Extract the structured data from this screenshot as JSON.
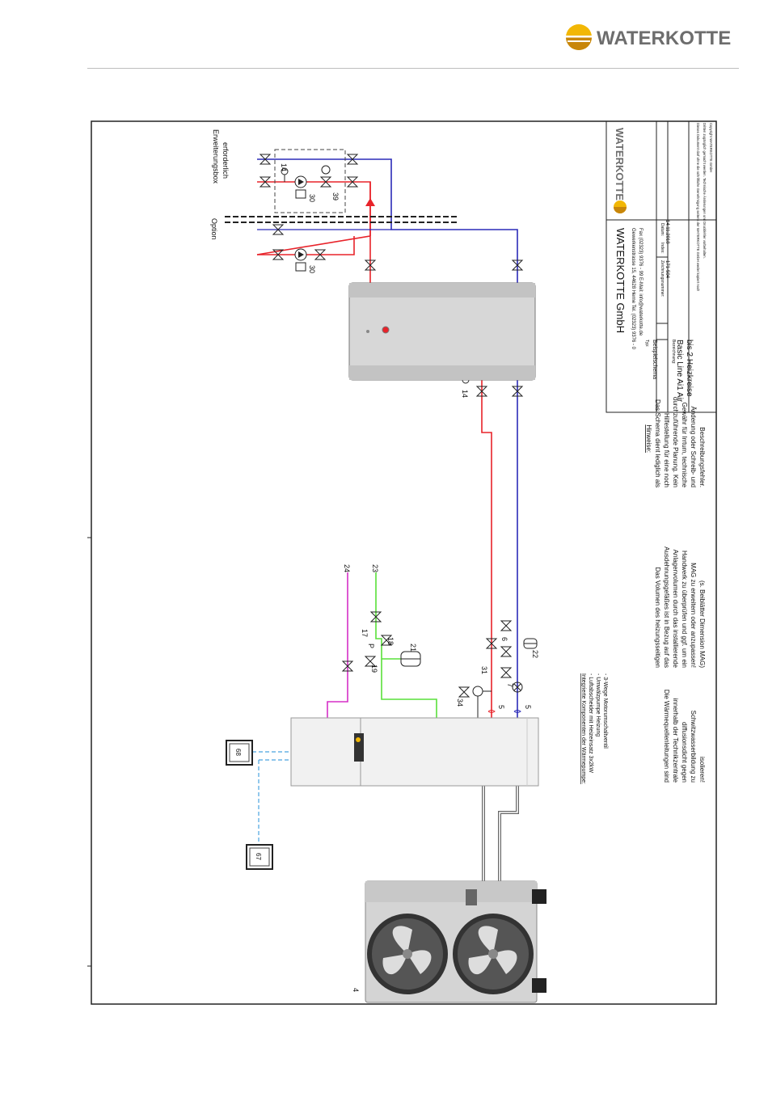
{
  "brand": {
    "name": "WATERKOTTE",
    "colors": {
      "gold": "#f2b705",
      "gold_dark": "#c8860a",
      "gray": "#6d6d6d"
    }
  },
  "pipe_colors": {
    "supply": "#e8232a",
    "return": "#2b2bb8",
    "brine": "#59e03a",
    "hot_water": "#d52fc7",
    "signal": "#4aa3df"
  },
  "option_label": "Option",
  "expansion_box_label": [
    "Erweiterungsbox",
    "erforderlich"
  ],
  "component_numbers": {
    "n4": "4",
    "n5a": "5",
    "n5b": "5",
    "n6": "6",
    "n7": "7",
    "n14a": "14",
    "n14b": "14",
    "n17": "17",
    "n18": "18",
    "n19": "19",
    "n21": "21",
    "n22": "22",
    "n23": "23",
    "n24": "24",
    "n30a": "30",
    "n30b": "30",
    "n31": "31",
    "n34": "34",
    "n39": "39",
    "n67": "67",
    "n68": "68"
  },
  "pressure_marker": "P",
  "integrated_components": {
    "heading": "Integrierte Komponenten der Wärmepumpe:",
    "items": [
      "- Luftabscheider mit Heizeinsatz 3x2kW",
      "- Umwälzpumpe Heizung",
      "- 3-Wege Motorumschaltventil"
    ]
  },
  "notes": {
    "insulation": [
      "Die Wärmequellenleitungen sind",
      "innerhalb der Technikzentrale",
      "diffusionsdicht gegen",
      "Schwitzwasserbildung zu",
      "isolieren!"
    ],
    "expansion_vessel": [
      "Das Volumen des heizungsseitigen",
      "Ausdehnungsgefäßes ist in Bezug auf das",
      "Anlagenvolumen durch das installierende",
      "Handwerk zu überprüfen und ggf. um ein",
      "MAG zu erweitern oder anzupassen!",
      "(s. Beiblätter Dimension MAG)"
    ],
    "hinweise_title": "Hinweise:",
    "hinweise": [
      "Das Schema dient lediglich als",
      "Hilfestellung für eine noch",
      "durchzuführende Planung. Kein",
      "Gewähr für Irrtum, technische",
      "Änderung oder Schreib- und",
      "Beschreibungsfehler."
    ]
  },
  "title_block": {
    "company": "WATERKOTTE GmbH",
    "address": "Gewerkenstrasse 15, 44628 Herne   Tel. (02323) 9376 - 0",
    "contact": "Fax (02323) 9376 - 99   E-Mail: info@waterkotte.de",
    "typ_label": "Typ:",
    "typ_value": "Beispielschema",
    "zeichnung_label": "Zeichnungsnummer:",
    "zeichnung_value": "171-504",
    "index_label": "Index:",
    "datum_label": "Datum:",
    "datum_value": "14.11.2018",
    "bezeichnung_label": "Bezeichnung:",
    "title1": "Basic Line Ai1 Air",
    "title2": "bis 2 Heizkreise",
    "disclaimer1": "Dieses Dokument darf ohne die schriftliche Genehmigung seitens der WATERKOTTE GmbH weder kopiert noch",
    "disclaimer2": "Dritten zugänglich gemacht werden. Technische Änderungen und Druckfehler vorbehalten.",
    "copyright": "Copyright WATERKOTTE GmbH"
  }
}
